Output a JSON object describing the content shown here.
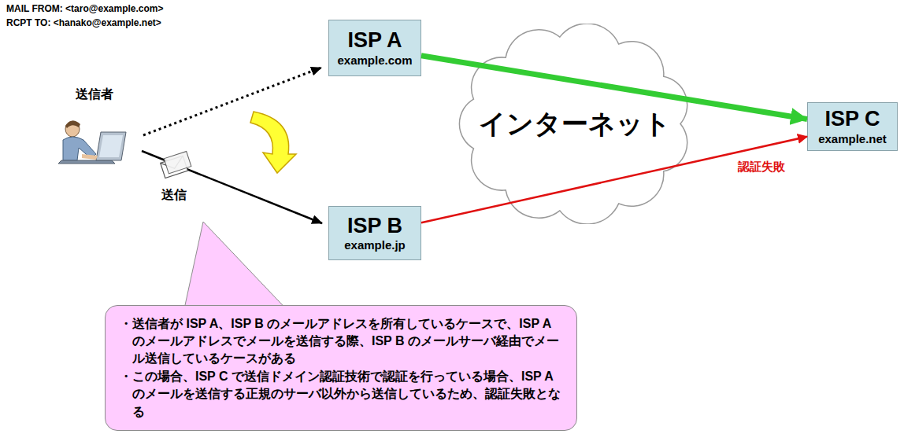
{
  "diagram": {
    "nodes": [
      {
        "text": [
          "ISP A",
          "example.com"
        ]
      },
      {
        "text": [
          "インターネット"
        ]
      },
      {
        "text": [
          "ISP C",
          "example.net"
        ]
      },
      {
        "text": [
          "ISP B",
          "example.jp"
        ]
      },
      {
        "text": [
          "・送信者が ISP A、ISP B のメールアドレスを所有しているケースで、ISP A のメールアドレスでメールを送信する際、ISP B のメールサーバ経由でメール送信しているケースがある",
          "・この場合、ISP C で送信ドメイン認証技術で認証を行っている場合、ISP A のメールを送信する正規のサーバ以外から送信しているため、認証失敗となる"
        ]
      }
    ],
    "edges": [
      {
        "from": 0,
        "to": 2,
        "arrow": "to"
      },
      {
        "from": 3,
        "to": 2,
        "arrow": "to",
        "label": "認証失敗"
      }
    ],
    "labels": [
      "MAIL FROM: <taro@example.com>",
      "RCPT TO: <hanako@example.net>",
      "送信者",
      "送信"
    ]
  }
}
